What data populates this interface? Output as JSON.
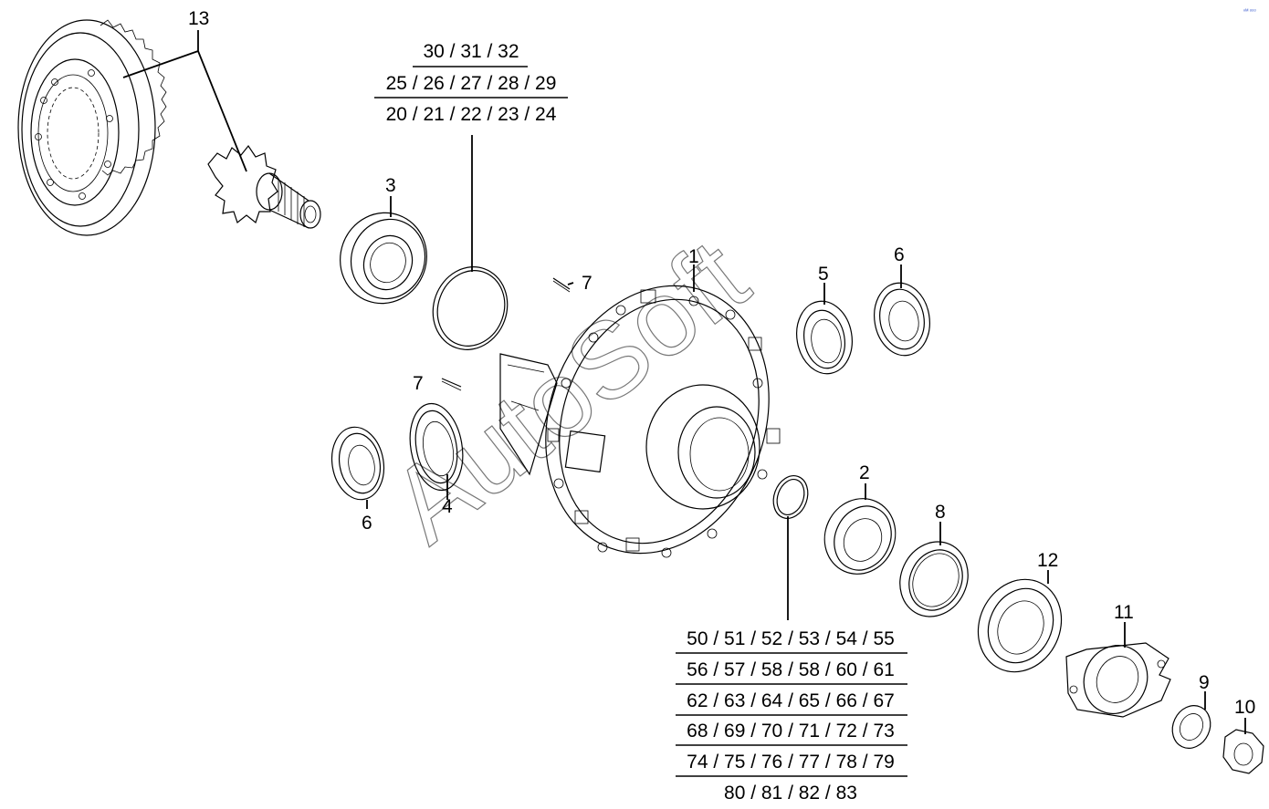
{
  "watermark": "AutoSoft",
  "corner_mark": "ⁿᴹ ᵒᵒᵒ",
  "labels": {
    "p1": "1",
    "p2": "2",
    "p3": "3",
    "p4": "4",
    "p5": "5",
    "p6a": "6",
    "p6b": "6",
    "p7a": "7",
    "p7b": "7",
    "p8": "8",
    "p9": "9",
    "p10": "10",
    "p11": "11",
    "p12": "12",
    "p13": "13"
  },
  "groups": {
    "top": [
      "30 / 31 / 32",
      "25 / 26 / 27 / 28 / 29",
      "20 / 21 / 22 / 23 / 24"
    ],
    "bottom": [
      "50 / 51 / 52 / 53 / 54 / 55",
      "56 / 57 / 58 / 58 / 60 / 61",
      "62 / 63 / 64 / 65 / 66 / 67",
      "68 / 69 / 70 / 71 / 72 / 73",
      "74 / 75 / 76 / 77 / 78 / 79",
      "80 / 81 / 82 / 83"
    ]
  }
}
